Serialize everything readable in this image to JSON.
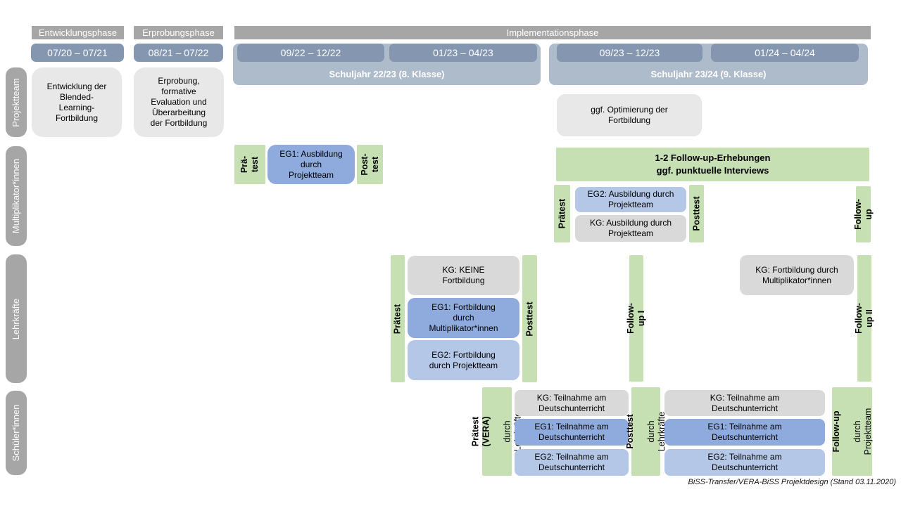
{
  "colors": {
    "gray_bar": "#a6a6a6",
    "date_blue": "#8496b0",
    "container_blue": "#aebbcb",
    "light_gray": "#e9e8e8",
    "kg_gray": "#d9d9d9",
    "eg1_blue": "#8faadc",
    "eg2_blue": "#b4c7e7",
    "green": "#c6e0b4"
  },
  "header": {
    "phases": [
      "Entwicklungsphase",
      "Erprobungsphase",
      "Implementationsphase"
    ],
    "dates": [
      "07/20 – 07/21",
      "08/21 – 07/22",
      "09/22 – 12/22",
      "01/23 – 04/23",
      "09/23 – 12/23",
      "01/24 – 04/24"
    ],
    "school_years": [
      "Schuljahr 22/23 (8. Klasse)",
      "Schuljahr 23/24 (9. Klasse)"
    ]
  },
  "row_labels": [
    "Projektteam",
    "Multiplikator*innen",
    "Lehrkräfte",
    "Schüler*innen"
  ],
  "projektteam": {
    "entwicklung": "Entwicklung der\nBlended-\nLearning-\nFortbildung",
    "erprobung": "Erprobung,\nformative\nEvaluation und\nÜberarbeitung\nder Fortbildung",
    "optimierung": "ggf. Optimierung der\nFortbildung"
  },
  "multiplikatoren": {
    "praetest1": "Prä-\ntest",
    "eg1": "EG1: Ausbildung\ndurch\nProjektteam",
    "posttest1": "Post-\ntest",
    "followup_box": "1-2 Follow-up-Erhebungen\nggf. punktuelle Interviews",
    "praetest2": "Prätest",
    "eg2": "EG2: Ausbildung durch\nProjektteam",
    "kg": "KG: Ausbildung durch\nProjektteam",
    "posttest2": "Posttest",
    "followup": "Follow-up"
  },
  "lehrkraefte": {
    "praetest": "Prätest",
    "kg": "KG: KEINE\nFortbildung",
    "eg1": "EG1: Fortbildung\ndurch\nMultiplikator*innen",
    "eg2": "EG2: Fortbildung\ndurch Projektteam",
    "posttest": "Posttest",
    "followup1": "Follow-up I",
    "kg2": "KG: Fortbildung durch\nMultiplikator*innen",
    "followup2": "Follow-up II"
  },
  "schueler": {
    "praetest_bold": "Prätest (VERA)",
    "praetest_sub": "durch Lehrkräfte",
    "kg1": "KG: Teilnahme am\nDeutschunterricht",
    "eg1_1": "EG1: Teilnahme am\nDeutschunterricht",
    "eg2_1": "EG2: Teilnahme am\nDeutschunterricht",
    "posttest_bold": "Posttest",
    "posttest_sub": "durch Lehrkräfte",
    "kg2": "KG: Teilnahme am\nDeutschunterricht",
    "eg1_2": "EG1: Teilnahme am\nDeutschunterricht",
    "eg2_2": "EG2: Teilnahme am\nDeutschunterricht",
    "followup_bold": "Follow-up",
    "followup_sub": "durch\nProjektteam"
  },
  "footer": "BiSS-Transfer/VERA-BiSS Projektdesign (Stand 03.11.2020)"
}
